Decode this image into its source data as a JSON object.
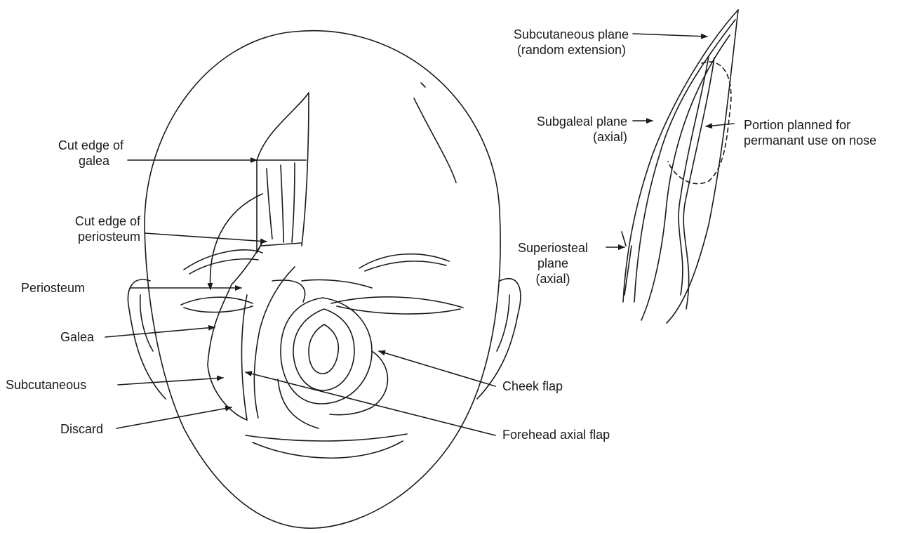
{
  "labels": {
    "cut_edge_galea": [
      "Cut edge of",
      "galea"
    ],
    "cut_edge_periosteum": [
      "Cut edge of",
      "periosteum"
    ],
    "periosteum": "Periosteum",
    "galea": "Galea",
    "subcutaneous": "Subcutaneous",
    "discard": "Discard",
    "cheek_flap": "Cheek flap",
    "forehead_axial_flap": "Forehead axial flap",
    "subcutaneous_plane": [
      "Subcutaneous plane",
      "(random extension)"
    ],
    "subgaleal_plane": [
      "Subgaleal plane",
      "(axial)"
    ],
    "portion_planned": [
      "Portion planned for",
      "permanant use on nose"
    ],
    "superiosteal_plane": [
      "Superiosteal",
      "plane",
      "(axial)"
    ]
  },
  "colors": {
    "ink": "#1a1a1a",
    "background": "#ffffff"
  }
}
